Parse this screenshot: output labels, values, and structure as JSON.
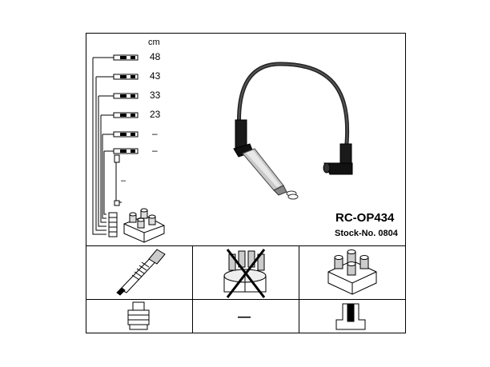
{
  "unit_label": "cm",
  "lengths": [
    "48",
    "43",
    "33",
    "23",
    "–",
    "–"
  ],
  "side_lead_label": "–",
  "product": {
    "code": "RC-OP434",
    "stock_no": "Stock-No. 0804"
  },
  "applicability": {
    "spark_plug": "shown",
    "distributor_cap": "crossed-out",
    "ignition_coil": "shown",
    "plug_terminal": "shown",
    "dash": "—",
    "coil_terminal": "shown"
  }
}
